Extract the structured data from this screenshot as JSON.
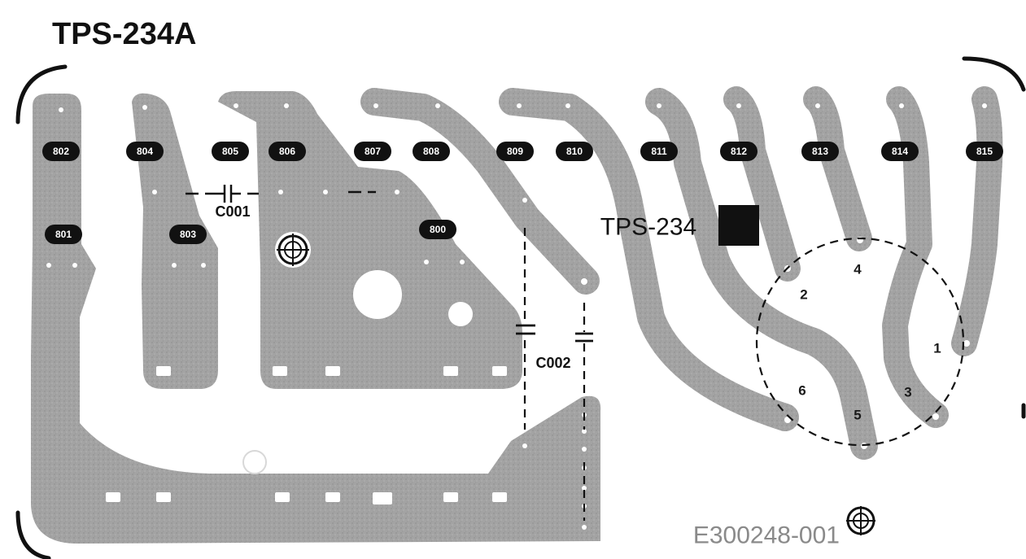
{
  "board": {
    "title": "TPS-234A",
    "part_number": "E300248-001",
    "component_label": "TPS-234",
    "capacitor_labels": [
      "C001",
      "C002"
    ],
    "pin_numbers": [
      "1",
      "2",
      "3",
      "4",
      "5",
      "6"
    ],
    "pad_labels": [
      "802",
      "804",
      "805",
      "806",
      "807",
      "808",
      "809",
      "810",
      "811",
      "812",
      "813",
      "814",
      "815",
      "801",
      "803",
      "800"
    ]
  },
  "colors": {
    "copper": "#a3a3a3",
    "ink": "#111111",
    "background": "#ffffff",
    "part_number_text": "#8a8a8a"
  },
  "icons": [
    "registration-mark-icon"
  ]
}
